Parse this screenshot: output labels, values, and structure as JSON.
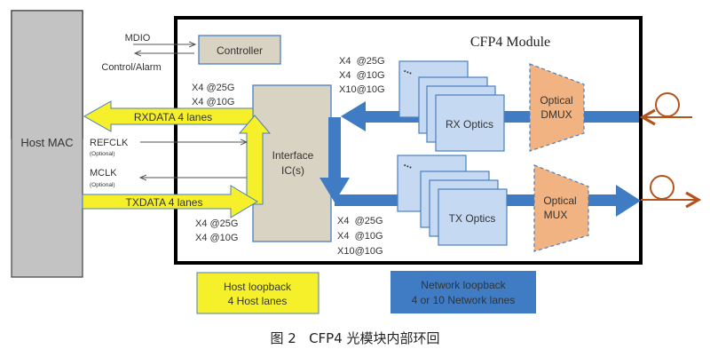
{
  "diagram": {
    "host_mac": {
      "label": "Host MAC"
    },
    "module": {
      "title": "CFP4 Module"
    },
    "controller": {
      "label": "Controller"
    },
    "mgmt_signals": {
      "mdio": "MDIO",
      "control_alarm": "Control/Alarm"
    },
    "interface_ic": {
      "line1": "Interface",
      "line2": "IC(s)"
    },
    "host_rates_top": [
      "X4 @25G",
      "X4 @10G"
    ],
    "host_rates_bottom": [
      "X4 @25G",
      "X4 @10G"
    ],
    "rx_rates": [
      "X4  @25G",
      "X4  @10G",
      "X10@10G"
    ],
    "tx_rates": [
      "X4  @25G",
      "X4  @10G",
      "X10@10G"
    ],
    "rxdata": "RXDATA 4 lanes",
    "txdata": "TXDATA 4 lanes",
    "refclk": {
      "label": "REFCLK",
      "note": "(Optional)"
    },
    "mclk": {
      "label": "MCLK",
      "note": "(Optional)"
    },
    "rx_optics": {
      "label": "RX Optics",
      "ellipsis": "..."
    },
    "tx_optics": {
      "label": "TX Optics",
      "ellipsis": "..."
    },
    "optical_dmux": {
      "line1": "Optical",
      "line2": "DMUX"
    },
    "optical_mux": {
      "line1": "Optical",
      "line2": "MUX"
    },
    "legend": {
      "host_loopback": {
        "line1": "Host loopback",
        "line2": "4 Host lanes"
      },
      "network_loopback": {
        "line1": "Network loopback",
        "line2": "4 or 10 Network lanes"
      }
    },
    "colors": {
      "host_path": "#f5f02a",
      "network_path": "#3f7cc4",
      "optics_fill": "#c5daf2",
      "optics_stroke": "#4a7fbf",
      "mux_fill": "#f2b382",
      "fiber": "#b5531c",
      "ic_fill": "#d8d3c2",
      "host_mac_fill": "#c3c3c3"
    }
  },
  "caption": "图 2   CFP4 光模块内部环回"
}
